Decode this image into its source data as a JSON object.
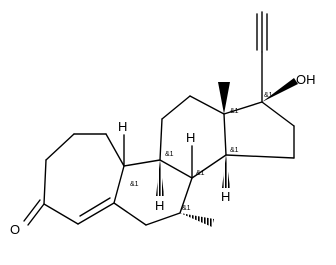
{
  "molecule": {
    "atom_labels": {
      "oxygen_ketone": "O",
      "hydroxyl": "OH",
      "h_c10": "H",
      "h_c9": "H",
      "h_c8": "H",
      "h_c14": "H"
    },
    "stereo_flags": {
      "c10": "&1",
      "c9": "&1",
      "c8": "&1",
      "c7": "&1",
      "c13": "&1",
      "c14": "&1",
      "c17": "&1"
    }
  }
}
